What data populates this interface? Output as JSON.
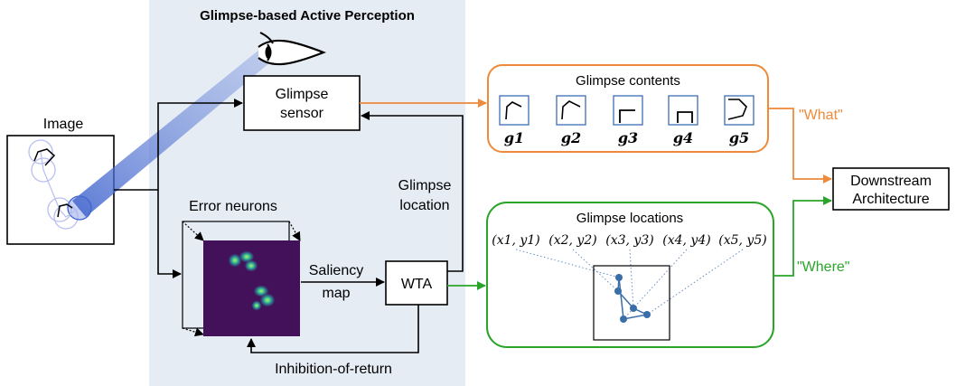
{
  "panel_title": "Glimpse-based Active Perception",
  "image_label": "Image",
  "sensor": {
    "line1": "Glimpse",
    "line2": "sensor"
  },
  "error_neurons": "Error neurons",
  "saliency": {
    "line1": "Saliency",
    "line2": "map"
  },
  "wta": "WTA",
  "glimpse_location": {
    "line1": "Glimpse",
    "line2": "location"
  },
  "inhibition": "Inhibition-of-return",
  "contents": {
    "title": "Glimpse contents",
    "labels": [
      "g1",
      "g2",
      "g3",
      "g4",
      "g5"
    ]
  },
  "locations": {
    "title": "Glimpse locations",
    "labels": [
      "(x1, y1)",
      "(x2, y2)",
      "(x3, y3)",
      "(x4, y4)",
      "(x5, y5)"
    ]
  },
  "what_label": "\"What\"",
  "where_label": "\"Where\"",
  "downstream": {
    "line1": "Downstream",
    "line2": "Architecture"
  },
  "colors": {
    "panel_bg": "#e6ecf4",
    "what": "#ee8a3a",
    "where": "#2aa52a",
    "thumb_border": "#4a78b8",
    "dot": "#3a6ea8",
    "heatmap_bg": "#43105a"
  }
}
